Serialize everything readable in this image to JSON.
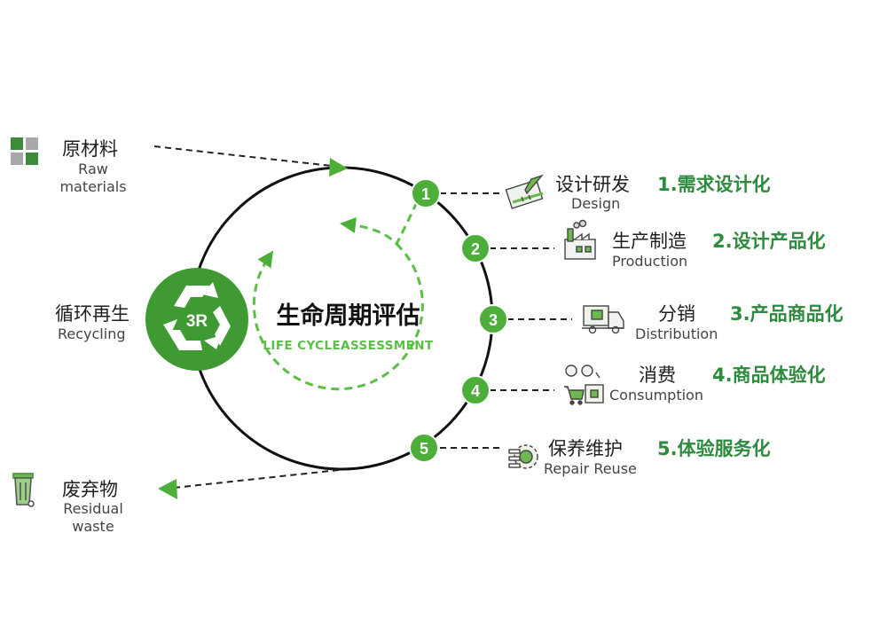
{
  "center": {
    "title": "生命周期评估",
    "subtitle": "LIFE CYCLEASSESSMENT",
    "badge": "3R"
  },
  "inputs": [
    {
      "id": "raw",
      "cn": "原材料",
      "en": [
        "Raw",
        "materials"
      ],
      "icon": "materials-grid-icon"
    },
    {
      "id": "recycling",
      "cn": "循环再生",
      "en": [
        "Recycling"
      ],
      "icon": "recycle-3r-icon"
    },
    {
      "id": "waste",
      "cn": "废弃物",
      "en": [
        "Residual",
        "waste"
      ],
      "icon": "trash-bin-icon"
    }
  ],
  "steps": [
    {
      "num": "1",
      "cn": "设计研发",
      "en": "Design",
      "stage": "1.需求设计化",
      "icon": "design-ruler-icon"
    },
    {
      "num": "2",
      "cn": "生产制造",
      "en": "Production",
      "stage": "2.设计产品化",
      "icon": "factory-icon"
    },
    {
      "num": "3",
      "cn": "分销",
      "en": "Distribution",
      "stage": "3.产品商品化",
      "icon": "delivery-truck-icon"
    },
    {
      "num": "4",
      "cn": "消费",
      "en": "Consumption",
      "stage": "4.商品体验化",
      "icon": "shopping-cart-icon"
    },
    {
      "num": "5",
      "cn": "保养维护",
      "en": "Repair Reuse",
      "stage": "5.体验服务化",
      "icon": "gear-repair-icon"
    }
  ],
  "colors": {
    "green_dark": "#2d8a3e",
    "green_mid": "#4daf3a",
    "green_light": "#5bbf46",
    "ring": "#111111"
  }
}
